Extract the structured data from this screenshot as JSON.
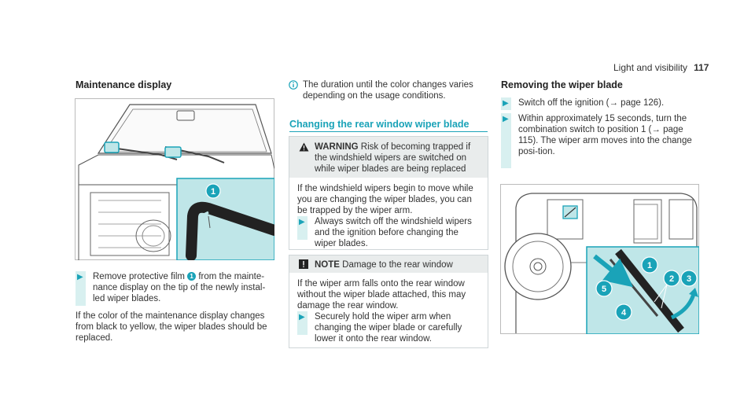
{
  "header": {
    "section": "Light and visibility",
    "page": "117"
  },
  "left": {
    "title": "Maintenance display",
    "figure_callout": "1",
    "step1": {
      "pre": "Remove protective film ",
      "num": "1",
      "post": " from the mainte-nance display on the tip of the newly instal-led wiper blades."
    },
    "note": "If the color of the maintenance display changes from black to yellow, the wiper blades should be replaced."
  },
  "middle": {
    "info": "The duration until the color changes varies depending on the usage conditions.",
    "section_title": "Changing the rear window wiper blade",
    "warning": {
      "label": "WARNING",
      "head_text": "Risk of becoming trapped if the windshield wipers are switched on while wiper blades are being replaced",
      "body": "If the windshield wipers begin to move while you are changing the wiper blades, you can be trapped by the wiper arm.",
      "step": "Always switch off the windshield wipers and the ignition before changing the wiper blades."
    },
    "note": {
      "label": "NOTE",
      "head_text": "Damage to the rear window",
      "body": "If the wiper arm falls onto the rear window without the wiper blade attached, this may damage the rear window.",
      "step": "Securely hold the wiper arm when changing the wiper blade or carefully lower it onto the rear window."
    }
  },
  "right": {
    "title": "Removing the wiper blade",
    "step1": "Switch off the ignition (→ page 126).",
    "step2": "Within approximately 15 seconds, turn the combination switch to position 1 (→ page 115). The wiper arm moves into the change posi-tion.",
    "callouts": [
      "1",
      "2",
      "3",
      "4",
      "5"
    ]
  },
  "colors": {
    "accent": "#1aa3b8",
    "highlight": "#bfe6e8"
  },
  "icons": {
    "step": "triangle-arrow-icon",
    "info": "info-icon",
    "warning": "warning-triangle-icon",
    "note": "exclamation-square-icon"
  }
}
